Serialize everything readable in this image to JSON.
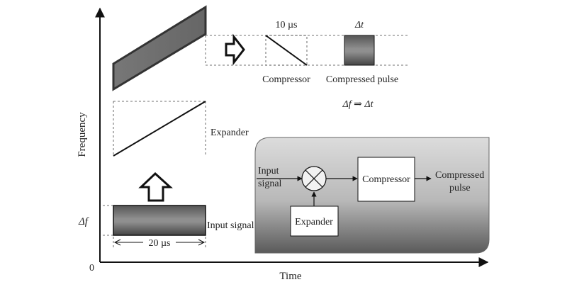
{
  "axes": {
    "y_label": "Frequency",
    "x_label": "Time",
    "origin": "0"
  },
  "left": {
    "delta_f": "Δf",
    "duration": "20 µs",
    "input_signal": "Input signal",
    "expander": "Expander"
  },
  "right": {
    "compressor_duration": "10 µs",
    "delta_t": "Δt",
    "compressor": "Compressor",
    "compressed_pulse": "Compressed pulse",
    "relation": "Δf ⇒ Δt"
  },
  "block_diagram": {
    "input_line1": "Input",
    "input_line2": "signal",
    "compressor": "Compressor",
    "output_line1": "Compressed",
    "output_line2": "pulse",
    "expander": "Expander"
  },
  "colors": {
    "dark_band": "#4a4a4a",
    "mid_gray": "#8a8a8a",
    "panel_top": "#d8d8d8",
    "panel_bottom": "#555555"
  }
}
